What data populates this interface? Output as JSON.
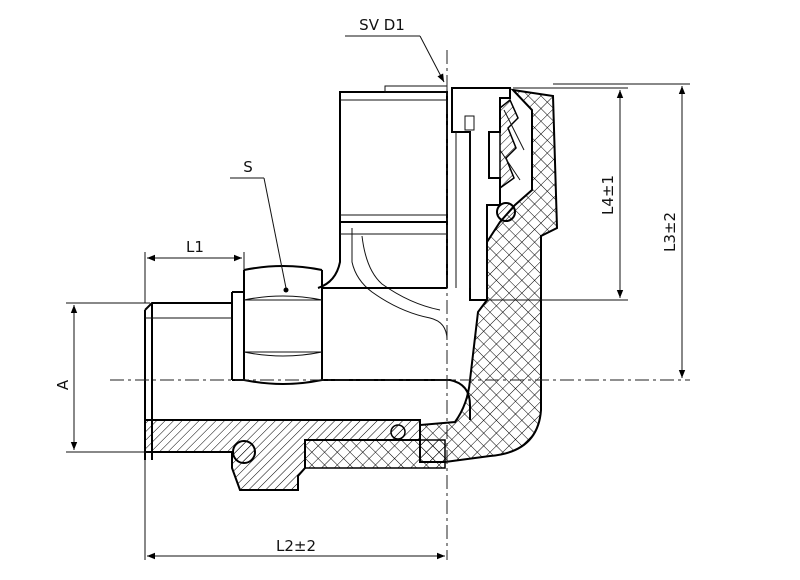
{
  "labels": {
    "sv_d1": "SV D1",
    "s": "S",
    "l1": "L1",
    "a": "A",
    "l2": "L2±2",
    "l3": "L3±2",
    "l4": "L4±1"
  },
  "colors": {
    "line": "#000000",
    "background": "#ffffff"
  }
}
